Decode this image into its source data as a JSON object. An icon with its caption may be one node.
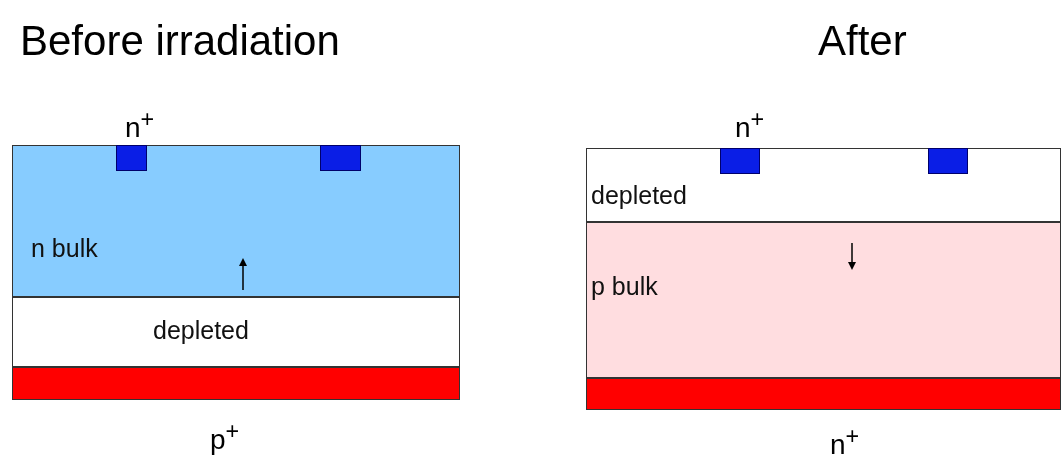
{
  "diagram": {
    "nodes": [
      {
        "text": [
          "n bulk"
        ]
      },
      {
        "text": [],
        "shape": "box",
        "in": 0,
        "beside": [
          "n$^{+}$"
        ]
      },
      {
        "text": [],
        "shape": "box",
        "in": 0
      },
      {
        "text": [
          "depleted"
        ]
      },
      {
        "text": [],
        "shape": "bar",
        "beside": [
          "p$^{+}$"
        ]
      },
      {
        "text": [
          "depleted"
        ]
      },
      {
        "text": [],
        "shape": "box",
        "in": 5,
        "beside": [
          "n$^{+}$"
        ]
      },
      {
        "text": [],
        "shape": "box",
        "in": 5
      },
      {
        "text": [
          "p bulk"
        ]
      },
      {
        "text": [],
        "shape": "bar",
        "beside": [
          "n$^{+}$"
        ]
      }
    ],
    "labels": [
      "Before irradiation",
      "After"
    ]
  }
}
